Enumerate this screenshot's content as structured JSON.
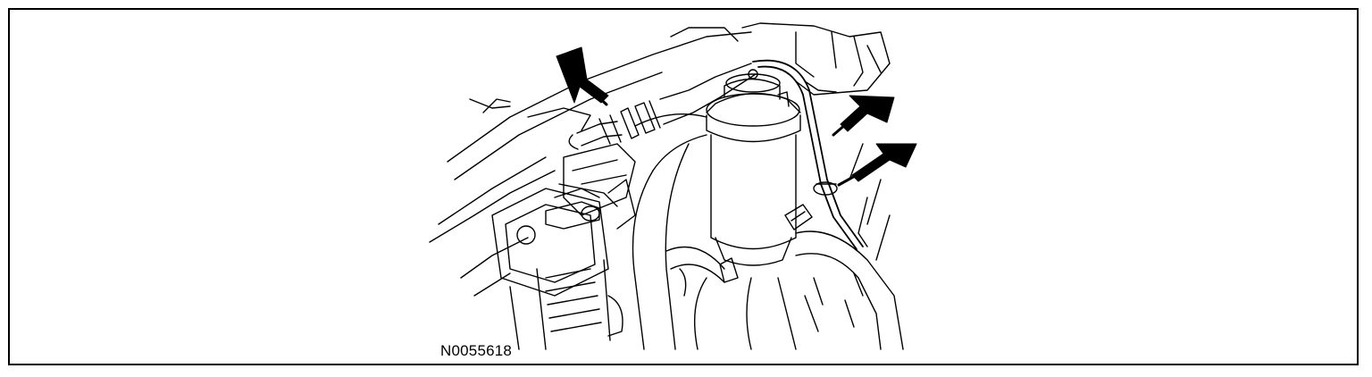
{
  "figure": {
    "id_label": "N0055618"
  },
  "colors": {
    "line": "#000000",
    "background": "#ffffff"
  },
  "callouts": [
    {
      "name": "arrow-to-hose-connector"
    },
    {
      "name": "arrow-to-wiring-harness"
    },
    {
      "name": "arrow-to-harness-clip"
    }
  ]
}
